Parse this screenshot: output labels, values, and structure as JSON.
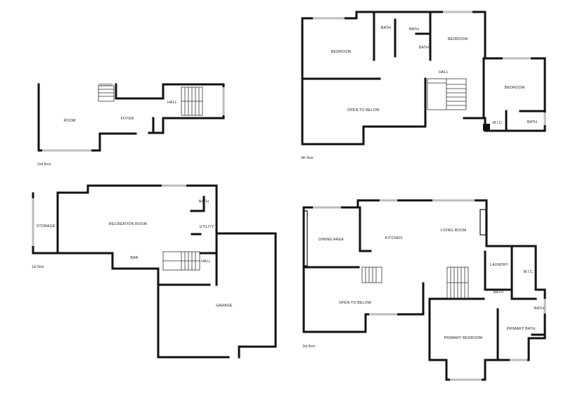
{
  "floors": [
    {
      "caption": "2nd floor",
      "rooms": [
        "ROOM",
        "FOYER",
        "HALL"
      ]
    },
    {
      "caption": "4th floor",
      "rooms": [
        "BATH",
        "BATH",
        "BEDROOM",
        "BEDROOM",
        "BATH",
        "HALL",
        "BEDROOM",
        "OPEN TO BELOW",
        "W.I.C.",
        "BATH"
      ]
    },
    {
      "caption": "1st floor",
      "rooms": [
        "BATH",
        "STORAGE",
        "RECREATION ROOM",
        "UTILITY",
        "BAR",
        "HALL",
        "GARAGE"
      ]
    },
    {
      "caption": "3rd floor",
      "rooms": [
        "DINING AREA",
        "KITCHEN",
        "LIVING ROOM",
        "LAUNDRY",
        "W.I.C.",
        "OPEN TO BELOW",
        "BATH",
        "BATH",
        "PRIMARY BEDROOM",
        "PRIMARY BATH"
      ]
    }
  ]
}
